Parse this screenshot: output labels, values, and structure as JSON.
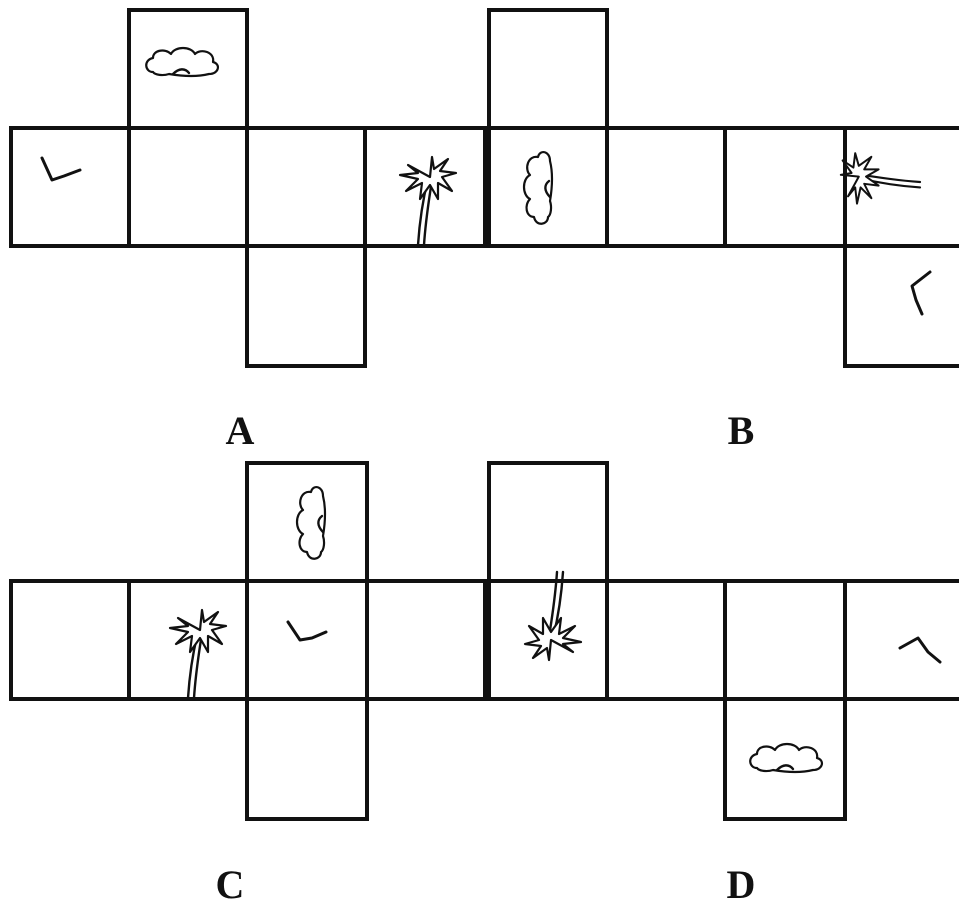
{
  "options": [
    {
      "label": "A",
      "cell_icons": [
        "cloud-icon",
        "bird-icon",
        "palm-tree-icon"
      ]
    },
    {
      "label": "B",
      "cell_icons": [
        "cloud-icon",
        "palm-tree-icon",
        "bird-icon"
      ]
    },
    {
      "label": "C",
      "cell_icons": [
        "cloud-icon",
        "palm-tree-icon",
        "bird-icon"
      ]
    },
    {
      "label": "D",
      "cell_icons": [
        "palm-tree-icon",
        "bird-icon",
        "cloud-icon"
      ]
    }
  ]
}
